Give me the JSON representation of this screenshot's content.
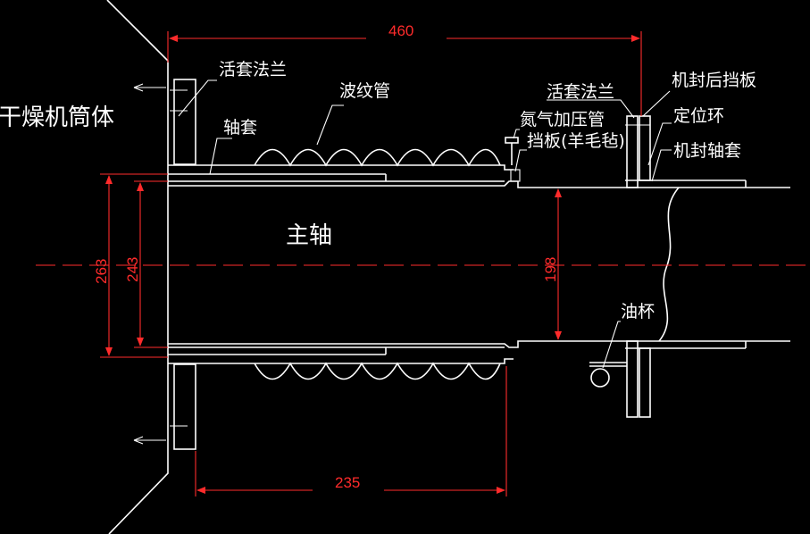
{
  "labels": {
    "drum": "干燥机筒体",
    "flange_left": "活套法兰",
    "bellows": "波纹管",
    "sleeve": "轴套",
    "main_shaft": "主轴",
    "flange_right": "活套法兰",
    "nitrogen_pipe": "氮气加压管",
    "baffle": "挡板(羊毛毡)",
    "seal_back_plate": "机封后挡板",
    "locating_ring": "定位环",
    "seal_sleeve": "机封轴套",
    "oil_cup": "油杯"
  },
  "dimensions": {
    "top_width": "460",
    "bottom_width": "235",
    "outer_dia": "263",
    "inner_dia": "243",
    "shaft_dia": "198"
  },
  "colors": {
    "background": "#000000",
    "line": "#ffffff",
    "dimension": "#ff2b2b"
  }
}
